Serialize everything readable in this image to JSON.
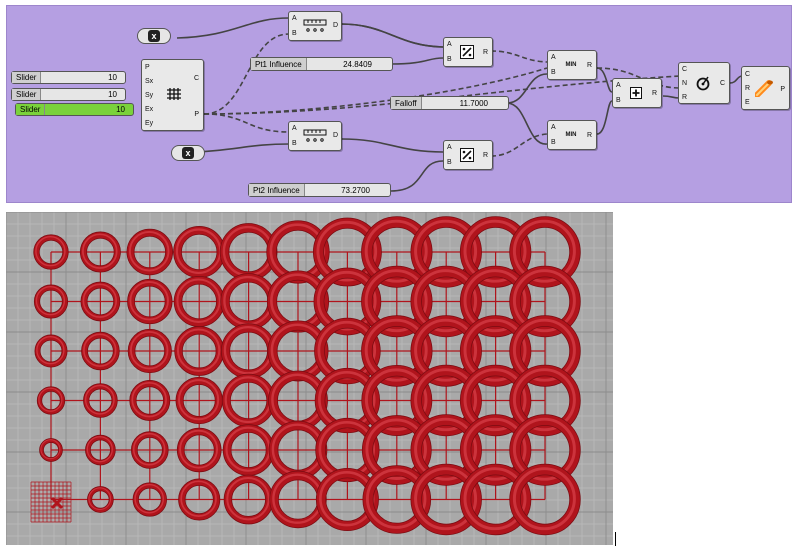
{
  "definition": {
    "sliders": [
      {
        "name": "Slider",
        "value": "10"
      },
      {
        "name": "Slider",
        "value": "10"
      },
      {
        "name": "Slider",
        "value": "10"
      }
    ],
    "grid_component": {
      "inputs": [
        "P",
        "Sx",
        "Sy",
        "Ex",
        "Ey"
      ],
      "outputs": [
        "C",
        "P"
      ]
    },
    "distance_components": [
      {
        "inputs": [
          "A",
          "B"
        ],
        "output": "D"
      },
      {
        "inputs": [
          "A",
          "B"
        ],
        "output": "D"
      }
    ],
    "divide_components": [
      {
        "inputs": [
          "A",
          "B"
        ],
        "output": "R"
      },
      {
        "inputs": [
          "A",
          "B"
        ],
        "output": "R"
      }
    ],
    "minimum_components": [
      {
        "inputs": [
          "A",
          "B"
        ],
        "output": "R",
        "label": "MIN"
      },
      {
        "inputs": [
          "A",
          "B"
        ],
        "output": "R",
        "label": "MIN"
      }
    ],
    "addition_component": {
      "inputs": [
        "A",
        "B"
      ],
      "output": "R"
    },
    "circle_component": {
      "inputs": [
        "C",
        "N",
        "R"
      ],
      "output": "C"
    },
    "pipe_component": {
      "inputs": [
        "C",
        "R",
        "E"
      ],
      "output": "P"
    },
    "pt1_influence": {
      "name": "Pt1 Influence",
      "value": "24.8409"
    },
    "falloff": {
      "name": "Falloff",
      "value": "11.7000"
    },
    "pt2_influence": {
      "name": "Pt2 Influence",
      "value": "73.2700"
    },
    "cross_icon": "x"
  },
  "viewport": {
    "colors": {
      "background": "#a9a9a9",
      "grid_minor": "#bdbdbd",
      "grid_major": "#8c8c8c",
      "ring": "#b0141c",
      "ring_light": "#d8404a",
      "line": "#b0141c"
    },
    "ring_columns": 11,
    "ring_rows": 6
  }
}
